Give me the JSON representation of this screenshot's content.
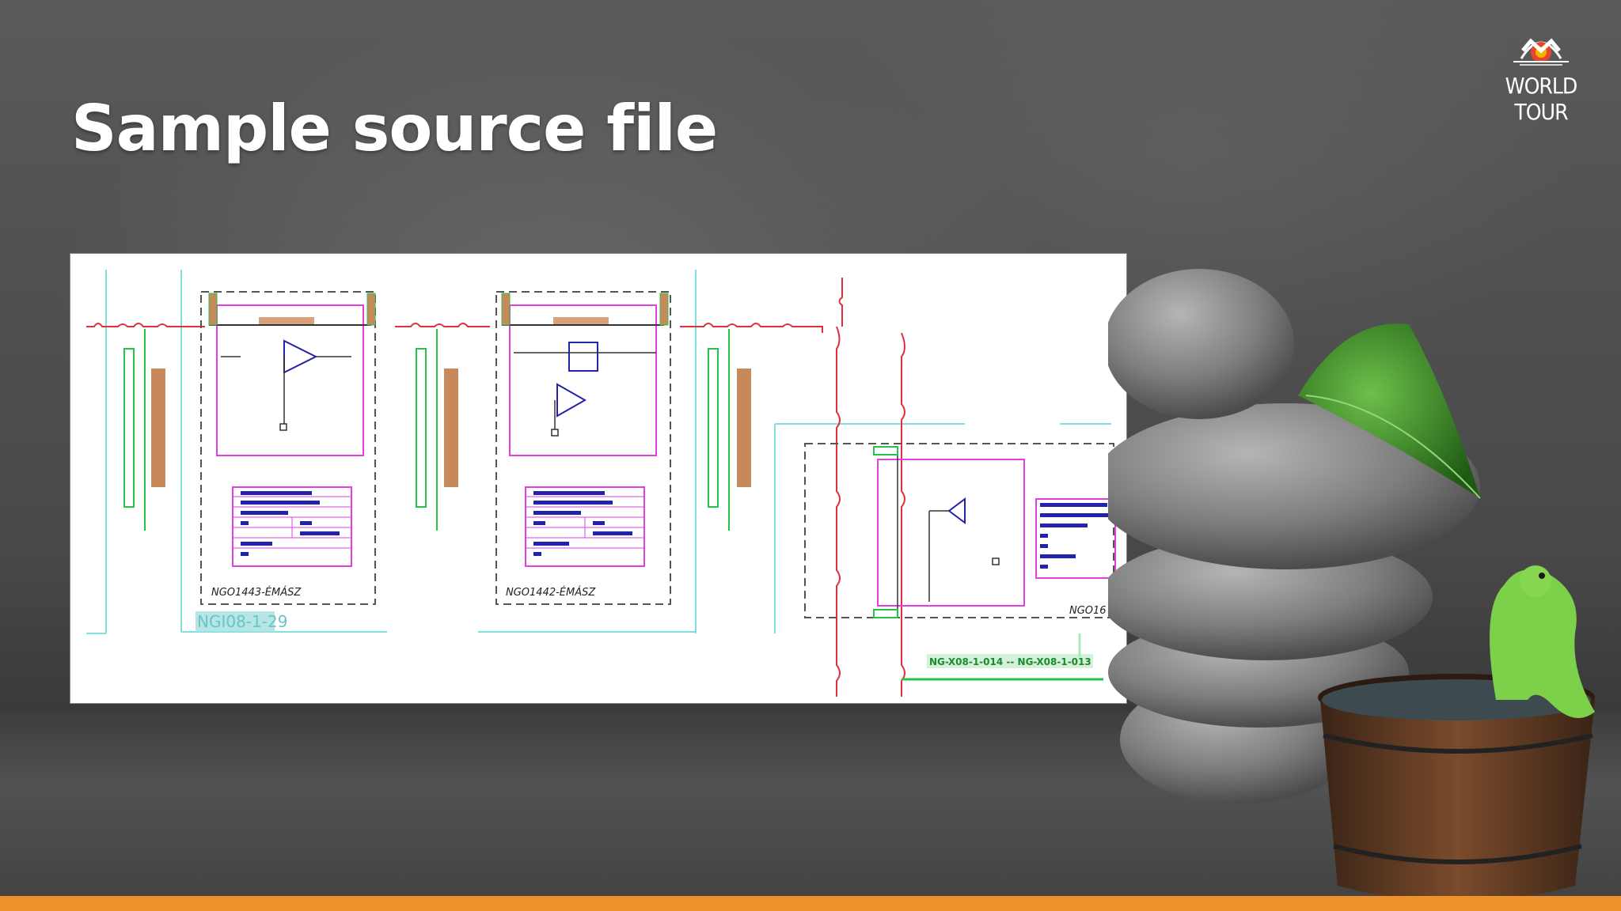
{
  "slide": {
    "title": "Sample source file"
  },
  "logo": {
    "text": "WORLD TOUR",
    "icon": "world-tour-logo-icon"
  },
  "drawing": {
    "title_blocks": [
      "NGO1443-ÉMÁSZ",
      "NGO1442-ÉMÁSZ",
      "NGO16"
    ],
    "highlight_label": "NGI08-1-29",
    "bottom_label": "NG-X08-1-014 -- NG-X08-1-013"
  },
  "colors": {
    "accent_bar": "#f0922b",
    "cad_magenta": "#e040e0",
    "cad_green": "#27c24a",
    "cad_cyan": "#66dddd",
    "cad_red": "#e0303a",
    "cad_blue": "#2222aa",
    "cad_brown": "#c8895a"
  }
}
